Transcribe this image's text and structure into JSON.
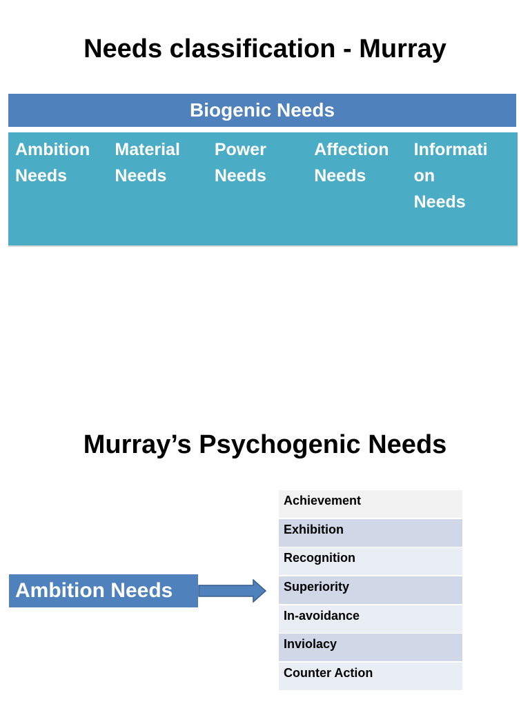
{
  "slide1": {
    "title": "Needs classification - Murray",
    "header": "Biogenic Needs",
    "cells": [
      "Ambition\nNeeds",
      "Material\nNeeds",
      "Power\nNeeds",
      "Affection\nNeeds",
      "Informati\non\nNeeds"
    ]
  },
  "slide2": {
    "title": "Murray’s Psychogenic Needs",
    "source_label": "Ambition Needs",
    "needs": [
      "Achievement",
      "Exhibition",
      "Recognition",
      "Superiority",
      "In-avoidance",
      "Inviolacy",
      "Counter Action"
    ]
  },
  "colors": {
    "header_blue": "#4f81bd",
    "row_teal": "#4bacc6",
    "list_light": "#e9edf4",
    "list_dark": "#d0d8e8"
  }
}
